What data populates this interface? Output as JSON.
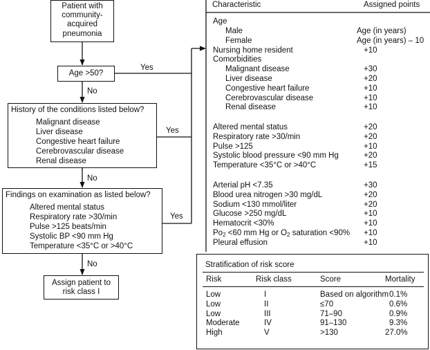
{
  "flowchart": {
    "start_box": "Patient with community-acquired pneumonia",
    "start_lines": [
      "Patient with",
      "community-",
      "acquired",
      "pneumonia"
    ],
    "age_question": "Age >50?",
    "yes_label": "Yes",
    "no_label": "No",
    "history_question": "History of the conditions listed below?",
    "history_items": [
      "Malignant disease",
      "Liver disease",
      "Congestive heart failure",
      "Cerebrovascular disease",
      "Renal disease"
    ],
    "findings_question": "Findings on examination as listed below?",
    "findings_items": [
      "Altered mental status",
      "Respiratory rate >30/min",
      "Pulse >125 beats/min",
      "Systolic BP <90 mm Hg",
      "Temperature <35°C or >40°C"
    ],
    "assign_lines": [
      "Assign patient to",
      "risk class I"
    ]
  },
  "points_table": {
    "header_characteristic": "Characteristic",
    "header_points": "Assigned points",
    "age_label": "Age",
    "rows_group1": [
      {
        "label": "Male",
        "points": "Age (in years)",
        "indent": true
      },
      {
        "label": "Female",
        "points": "Age (in years) – 10",
        "indent": true
      },
      {
        "label": "Nursing home resident",
        "points": "+10",
        "indent": false
      },
      {
        "label": "Comorbidities",
        "points": "",
        "indent": false
      },
      {
        "label": "Malignant disease",
        "points": "+30",
        "indent": true
      },
      {
        "label": "Liver disease",
        "points": "+20",
        "indent": true
      },
      {
        "label": "Congestive heart failure",
        "points": "+10",
        "indent": true
      },
      {
        "label": "Cerebrovascular disease",
        "points": "+10",
        "indent": true
      },
      {
        "label": "Renal disease",
        "points": "+10",
        "indent": true
      }
    ],
    "rows_group2": [
      {
        "label": "Altered mental status",
        "points": "+20"
      },
      {
        "label": "Respiratory rate >30/min",
        "points": "+20"
      },
      {
        "label": "Pulse >125",
        "points": "+10"
      },
      {
        "label": "Systolic blood pressure <90 mm Hg",
        "points": "+20"
      },
      {
        "label": "Temperature <35°C or >40°C",
        "points": "+15"
      }
    ],
    "rows_group3": [
      {
        "label": "Arterial pH <7.35",
        "points": "+30"
      },
      {
        "label": "Blood urea nitrogen >30 mg/dL",
        "points": "+20"
      },
      {
        "label": "Sodium <130 mmol/liter",
        "points": "+20"
      },
      {
        "label": "Glucose >250 mg/dL",
        "points": "+10"
      },
      {
        "label": "Hematocrit <30%",
        "points": "+10"
      },
      {
        "label": "PO2 <60 mm Hg or O2 saturation <90%",
        "points": "+10"
      },
      {
        "label": "Pleural effusion",
        "points": "+10"
      }
    ],
    "po2_parts": {
      "p": "Po",
      "sub1": "2",
      "mid": " <60 mm Hg or O",
      "sub2": "2",
      "end": " saturation <90%"
    }
  },
  "risk_table": {
    "title": "Stratification of risk score",
    "headers": [
      "Risk",
      "Risk class",
      "Score",
      "Mortality"
    ],
    "rows": [
      [
        "Low",
        "I",
        "Based on algorithm",
        "0.1%"
      ],
      [
        "Low",
        "II",
        "≤70",
        "0.6%"
      ],
      [
        "Low",
        "III",
        "71–90",
        "0.9%"
      ],
      [
        "Moderate",
        "IV",
        "91–130",
        "9.3%"
      ],
      [
        "High",
        "V",
        ">130",
        "27.0%"
      ]
    ]
  }
}
